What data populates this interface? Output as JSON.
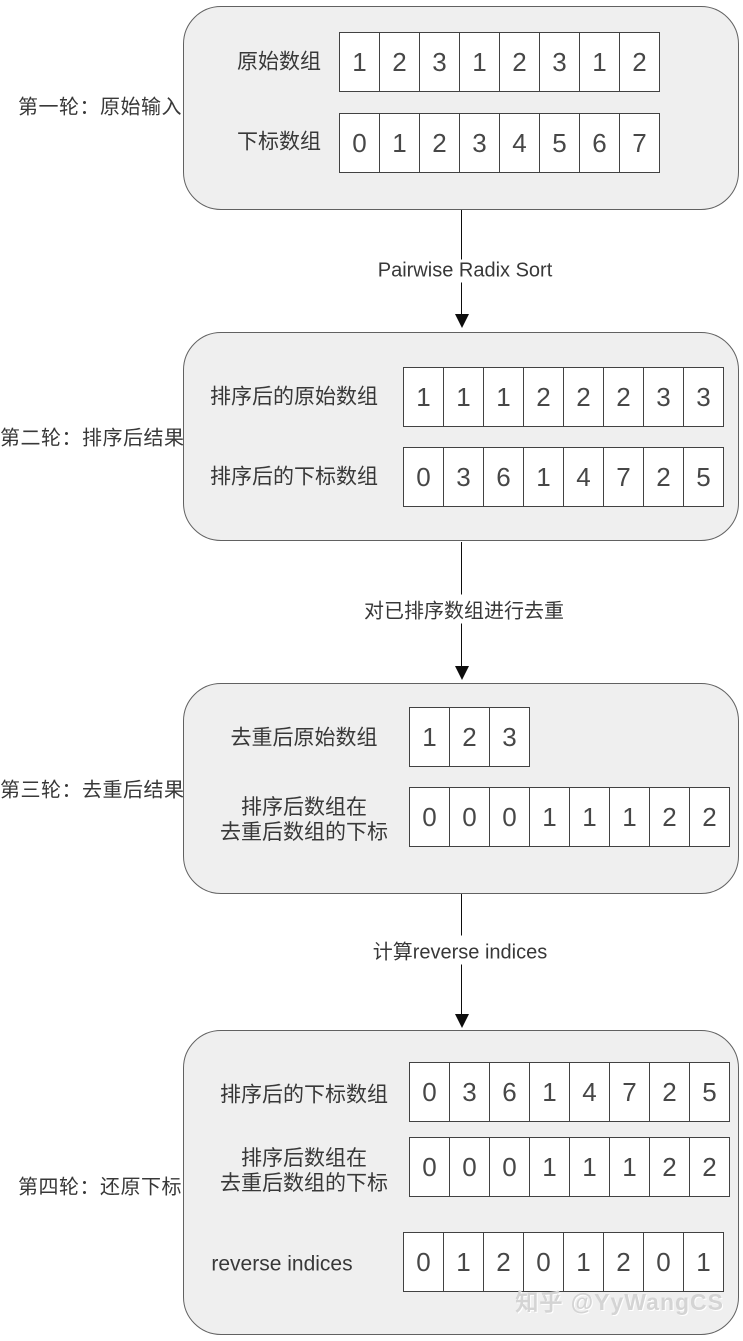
{
  "stages": [
    {
      "side_label": "第一轮：原始输入",
      "rows": [
        {
          "label": "原始数组",
          "cells": [
            "1",
            "2",
            "3",
            "1",
            "2",
            "3",
            "1",
            "2"
          ]
        },
        {
          "label": "下标数组",
          "cells": [
            "0",
            "1",
            "2",
            "3",
            "4",
            "5",
            "6",
            "7"
          ]
        }
      ]
    },
    {
      "side_label": "第二轮：排序后结果",
      "rows": [
        {
          "label": "排序后的原始数组",
          "cells": [
            "1",
            "1",
            "1",
            "2",
            "2",
            "2",
            "3",
            "3"
          ]
        },
        {
          "label": "排序后的下标数组",
          "cells": [
            "0",
            "3",
            "6",
            "1",
            "4",
            "7",
            "2",
            "5"
          ]
        }
      ]
    },
    {
      "side_label": "第三轮：去重后结果",
      "rows": [
        {
          "label": "去重后原始数组",
          "cells": [
            "1",
            "2",
            "3"
          ]
        },
        {
          "label": "排序后数组在\n去重后数组的下标",
          "cells": [
            "0",
            "0",
            "0",
            "1",
            "1",
            "1",
            "2",
            "2"
          ]
        }
      ]
    },
    {
      "side_label": "第四轮：还原下标",
      "rows": [
        {
          "label": "排序后的下标数组",
          "cells": [
            "0",
            "3",
            "6",
            "1",
            "4",
            "7",
            "2",
            "5"
          ]
        },
        {
          "label": "排序后数组在\n去重后数组的下标",
          "cells": [
            "0",
            "0",
            "0",
            "1",
            "1",
            "1",
            "2",
            "2"
          ]
        },
        {
          "label": "reverse indices",
          "cells": [
            "0",
            "1",
            "2",
            "0",
            "1",
            "2",
            "0",
            "1"
          ]
        }
      ]
    }
  ],
  "arrows": [
    {
      "label": "Pairwise Radix Sort"
    },
    {
      "label": "对已排序数组进行去重"
    },
    {
      "label": "计算reverse indices"
    }
  ],
  "watermark": "知乎 @YyWangCS",
  "colors": {
    "box_fill": "#efefef",
    "box_border": "#616161",
    "cell_fill": "#ffffff",
    "cell_border": "#424242",
    "text": "#383838",
    "arrow": "#0d0d0d",
    "watermark": "#d4d4d4"
  }
}
